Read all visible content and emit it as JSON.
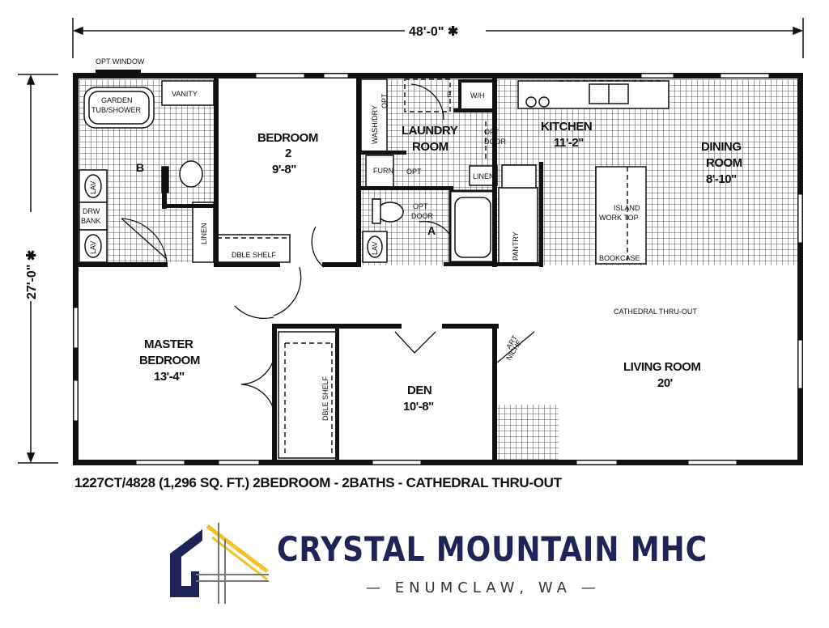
{
  "dimensions": {
    "width": "48'-0\" ✱",
    "height": "27'-0\" ✱"
  },
  "labels": {
    "opt_window": "OPT WINDOW",
    "garden_tub_1": "GARDEN",
    "garden_tub_2": "TUB/SHOWER",
    "vanity": "VANITY",
    "bath_b": "B",
    "lav": "LAV",
    "drw_1": "DRW",
    "drw_2": "BANK",
    "linen": "LINEN",
    "dble_shelf": "DBLE SHELF",
    "bedroom2_1": "BEDROOM",
    "bedroom2_2": "2",
    "bedroom2_3": "9'-8\"",
    "wash_dry_1": "WASH/DRY",
    "wash_dry_2": "OPT",
    "laundry_1": "LAUNDRY",
    "laundry_2": "ROOM",
    "wh": "W/H",
    "e": "E",
    "opt": "OPT",
    "door": "DOOR",
    "furn": "FURN",
    "bath_a": "A",
    "kitchen_1": "KITCHEN",
    "kitchen_2": "11'-2\"",
    "pantry": "PANTRY",
    "dining_1": "DINING",
    "dining_2": "ROOM",
    "dining_3": "8'-10\"",
    "island_1": "ISLAND",
    "island_2": "WORK TOP",
    "bookcase": "BOOKCASE",
    "cathedral": "CATHEDRAL THRU-OUT",
    "master_1": "MASTER",
    "master_2": "BEDROOM",
    "master_3": "13'-4\"",
    "den_1": "DEN",
    "den_2": "10'-8\"",
    "art_1": "ART",
    "art_2": "NICHE",
    "living_1": "LIVING ROOM",
    "living_2": "20'"
  },
  "caption": "1227CT/4828 (1,296 SQ. FT.) 2BEDROOM - 2BATHS - CATHEDRAL THRU-OUT",
  "brand": {
    "name": "CRYSTAL MOUNTAIN MHC",
    "location": "— ENUMCLAW, WA —",
    "colors": {
      "navy": "#1f2456",
      "gold": "#f2c22b",
      "gray": "#777777"
    }
  }
}
